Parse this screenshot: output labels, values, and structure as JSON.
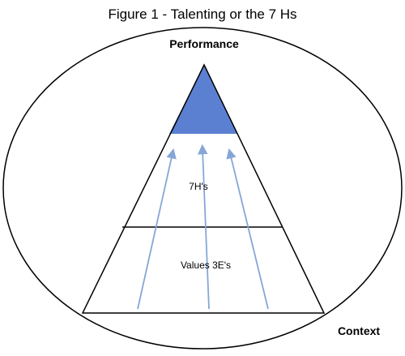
{
  "figure": {
    "title": "Figure 1 - Talenting or the 7 Hs"
  },
  "labels": {
    "top": "Performance",
    "bottom_right": "Context",
    "middle_section": "7H's",
    "base_section": "Values 3E's"
  },
  "colors": {
    "apex_fill": "#5b80d2",
    "arrow": "#86a6d8",
    "outline": "#000000",
    "background": "#ffffff"
  }
}
